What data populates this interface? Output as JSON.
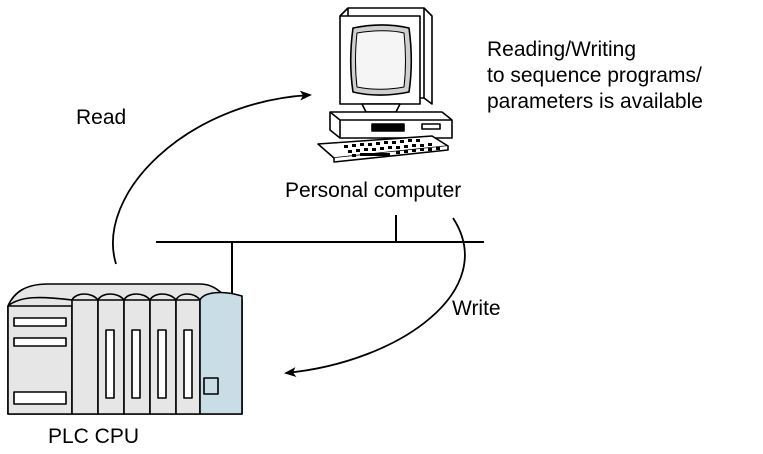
{
  "labels": {
    "read": "Read",
    "write": "Write",
    "personal_computer": "Personal computer",
    "plc_cpu": "PLC CPU",
    "note_lines": [
      "Reading/Writing",
      "to sequence programs/",
      "parameters is available"
    ]
  },
  "colors": {
    "line": "#000000",
    "unit_fill": "#e6e6e6",
    "cpu_module_fill": "#c9dde6",
    "monitor_screen": "#cfcfcf",
    "background": "#ffffff"
  },
  "icons": [
    "personal-computer-icon",
    "plc-cpu-icon"
  ]
}
